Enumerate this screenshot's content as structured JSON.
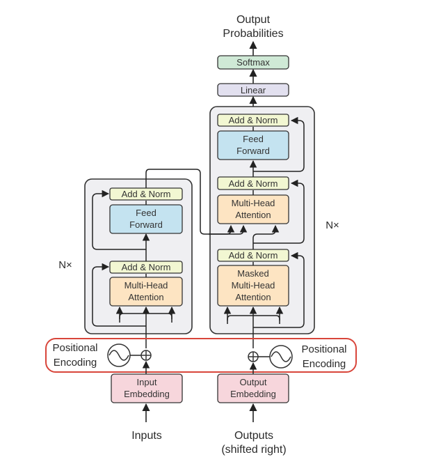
{
  "output": {
    "line1": "Output",
    "line2": "Probabilities"
  },
  "softmax": "Softmax",
  "linear": "Linear",
  "encoder": {
    "nx": "N×",
    "add_norm_top": "Add & Norm",
    "feed_forward": [
      "Feed",
      "Forward"
    ],
    "add_norm_bottom": "Add & Norm",
    "attention": [
      "Multi-Head",
      "Attention"
    ]
  },
  "decoder": {
    "nx": "N×",
    "add_norm_ff": "Add & Norm",
    "feed_forward": [
      "Feed",
      "Forward"
    ],
    "add_norm_cross": "Add & Norm",
    "cross_attention": [
      "Multi-Head",
      "Attention"
    ],
    "add_norm_masked": "Add & Norm",
    "masked_attention": [
      "Masked",
      "Multi-Head",
      "Attention"
    ]
  },
  "positional_left": [
    "Positional",
    "Encoding"
  ],
  "positional_right": [
    "Positional",
    "Encoding"
  ],
  "input_embedding": [
    "Input",
    "Embedding"
  ],
  "output_embedding": [
    "Output",
    "Embedding"
  ],
  "inputs": "Inputs",
  "outputs": {
    "line1": "Outputs",
    "line2": "(shifted right)"
  },
  "colors": {
    "add_norm": "#f2f7d2",
    "feed_forward": "#c4e3f0",
    "attention": "#fde4c2",
    "softmax": "#cfe9d6",
    "linear": "#e2e0ef",
    "embedding": "#f7d6dc",
    "block_bg": "#efeff2",
    "highlight": "#d8453a"
  }
}
